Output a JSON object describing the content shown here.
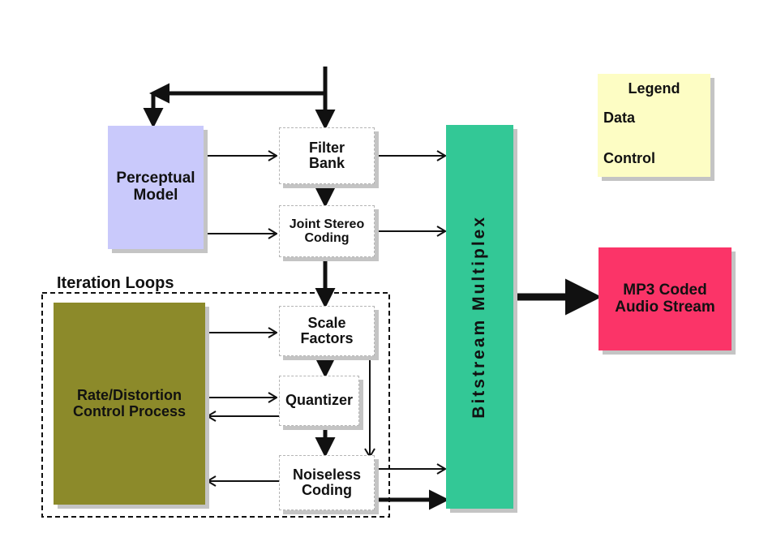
{
  "diagram": {
    "perceptual_model": "Perceptual\nModel",
    "filter_bank": "Filter\nBank",
    "joint_stereo": "Joint Stereo\nCoding",
    "iteration_loops": "Iteration Loops",
    "rate_distortion": "Rate/Distortion\nControl Process",
    "scale_factors": "Scale\nFactors",
    "quantizer": "Quantizer",
    "noiseless_coding": "Noiseless\nCoding",
    "bitstream_multiplex": "Bitstream Multiplex",
    "mp3_output": "MP3 Coded\nAudio Stream"
  },
  "legend": {
    "title": "Legend",
    "data": "Data",
    "control": "Control"
  },
  "colors": {
    "perceptual_model": "#c9c9fb",
    "rate_distortion": "#8c8a2a",
    "bitstream_multiplex": "#33c896",
    "mp3_output": "#fb3468",
    "legend": "#fdfdc4",
    "shadow": "#c4c4c4"
  }
}
